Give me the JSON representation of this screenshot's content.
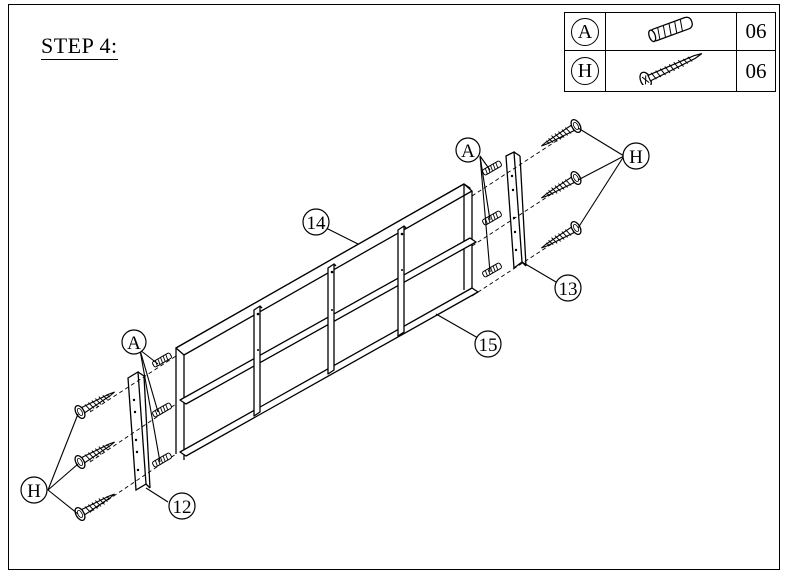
{
  "step": {
    "title": "STEP 4:"
  },
  "hardware": [
    {
      "letter": "A",
      "icon": "dowel-icon",
      "qty": "06"
    },
    {
      "letter": "H",
      "icon": "screw-icon",
      "qty": "06"
    }
  ],
  "callouts": {
    "part_14": "14",
    "part_15": "15",
    "part_12": "12",
    "part_13": "13",
    "dowel_left": "A",
    "dowel_right": "A",
    "screw_left": "H",
    "screw_right": "H"
  }
}
